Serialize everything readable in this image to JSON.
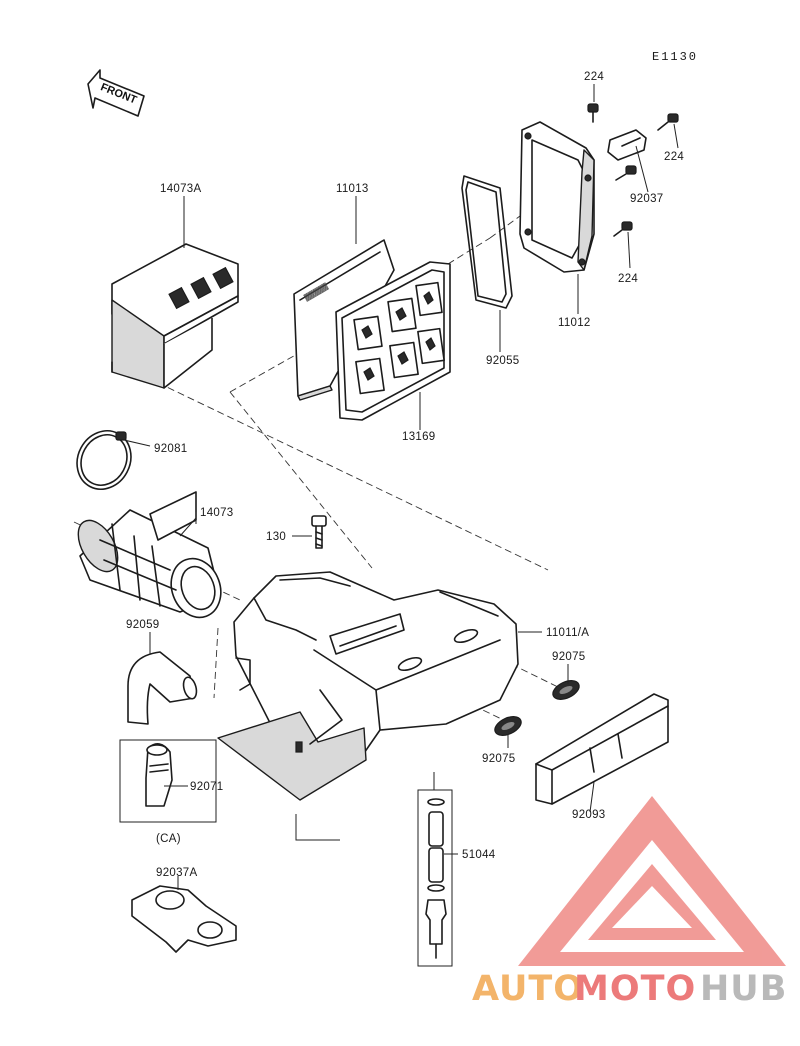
{
  "diagram": {
    "code": "E1130",
    "front_label": "FRONT",
    "callouts": {
      "p224_top": "224",
      "p224_right": "224",
      "p224_bottom": "224",
      "p92037": "92037",
      "p11012": "11012",
      "p92055": "92055",
      "p11013": "11013",
      "p13169": "13169",
      "p14073A": "14073A",
      "p92081": "92081",
      "p14073": "14073",
      "p130": "130",
      "p11011A": "11011/A",
      "p92075_top": "92075",
      "p92075_bottom": "92075",
      "p92059": "92059",
      "p92071": "92071",
      "ca": "(CA)",
      "p92093": "92093",
      "p51044": "51044",
      "p92037A": "92037A"
    }
  },
  "watermark": {
    "text_auto": "AUTO",
    "text_moto": "MOTO",
    "text_hub": "HUB",
    "colors": {
      "auto": "#f3b46a",
      "moto": "#ec7a7a",
      "hub": "#b9b9b9",
      "logo": "#ef8a86"
    }
  }
}
